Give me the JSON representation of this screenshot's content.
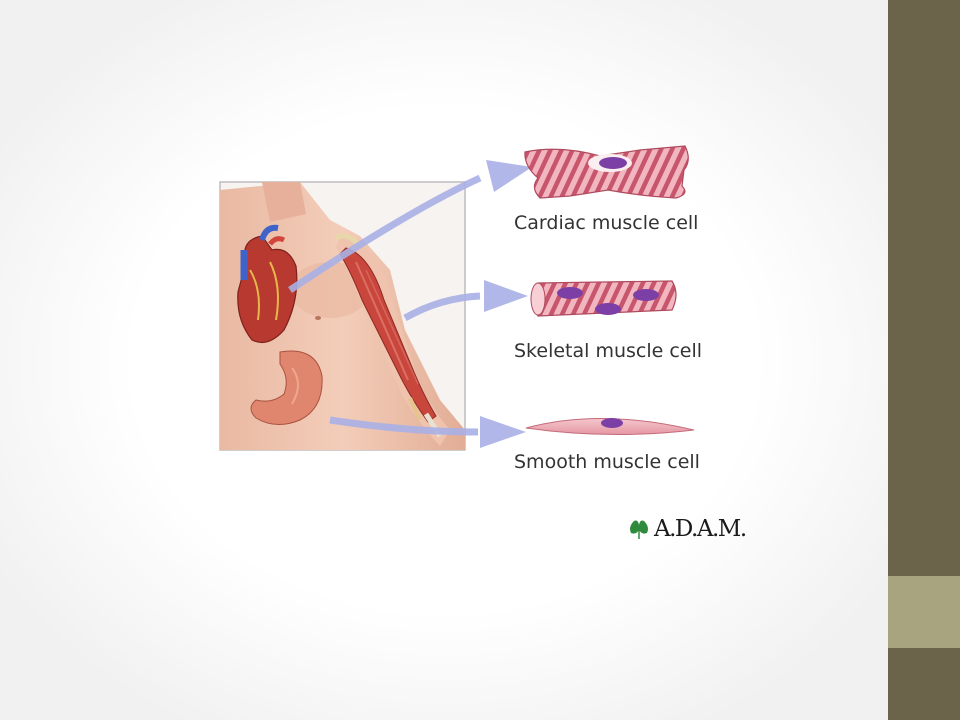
{
  "labels": {
    "cardiac": "Cardiac muscle cell",
    "skeletal": "Skeletal muscle cell",
    "smooth": "Smooth muscle cell"
  },
  "logo": {
    "text": "A.D.A.M.",
    "icon": "leaf-icon"
  },
  "colors": {
    "sidebar_dark": "#6b644a",
    "sidebar_light": "#a8a47f",
    "arrow": "#a9b0e6",
    "nucleus": "#7b3fa6",
    "cell_pink": "#d9788c",
    "muscle_red": "#c8463c"
  }
}
